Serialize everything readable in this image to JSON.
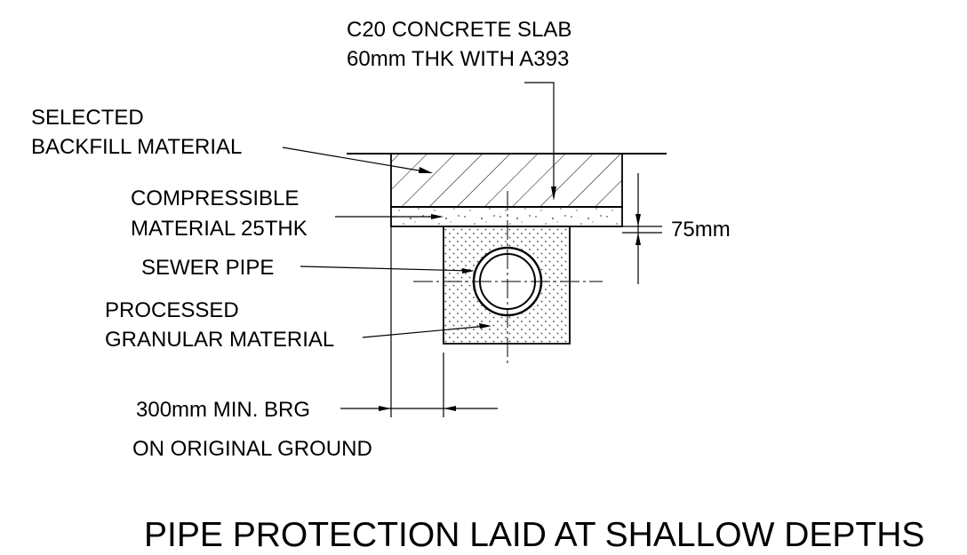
{
  "labels": {
    "slab_line1": "C20 CONCRETE SLAB",
    "slab_line2": "60mm THK WITH A393",
    "backfill_line1": "SELECTED",
    "backfill_line2": "BACKFILL MATERIAL",
    "compressible_line1": "COMPRESSIBLE",
    "compressible_line2": "MATERIAL 25THK",
    "dimension": "75mm",
    "sewer_pipe": "SEWER PIPE",
    "granular_line1": "PROCESSED",
    "granular_line2": "GRANULAR MATERIAL",
    "bearing_line1": "300mm MIN. BRG",
    "bearing_line2": "ON ORIGINAL GROUND"
  },
  "title": "PIPE PROTECTION LAID AT SHALLOW DEPTHS"
}
